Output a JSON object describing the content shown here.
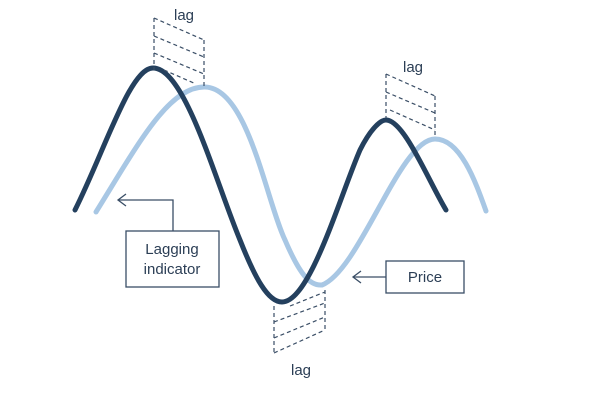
{
  "labels": {
    "lag": "lag",
    "lagging_indicator_line1": "Lagging",
    "lagging_indicator_line2": "indicator",
    "price": "Price"
  },
  "colors": {
    "price_curve": "#24405e",
    "indicator_curve": "#a8c7e4",
    "annotation": "#3a4e66",
    "text": "#2b3e55"
  }
}
